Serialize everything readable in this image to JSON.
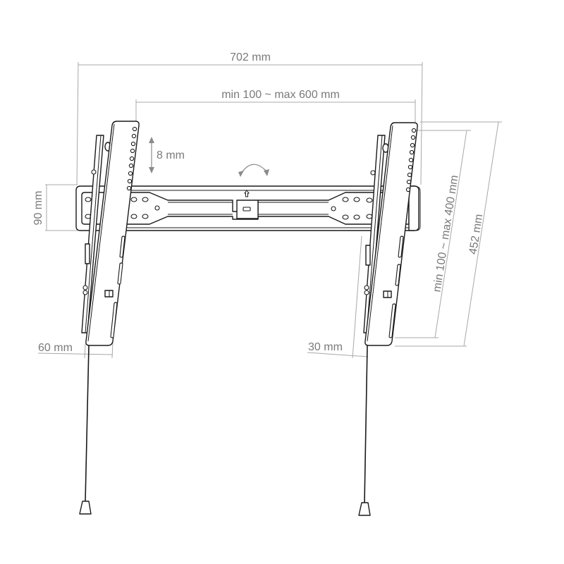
{
  "diagram": {
    "subject": "Tilting TV wall mount bracket — dimension drawing",
    "dimensions": {
      "overall_width": "702 mm",
      "vesa_horizontal": "min 100 ~ max 600 mm",
      "adjustment_step": "8 mm",
      "wall_plate_height": "90 mm",
      "vesa_vertical": "min 100 ~ max 400 mm",
      "overall_height": "452 mm",
      "wall_distance": "60 mm",
      "tilted_distance": "30 mm"
    },
    "icons": {
      "tilt": "tilt-rotation-arrow-icon",
      "level": "up-arrow-icon",
      "step": "double-arrow-icon"
    },
    "colors": {
      "line": "#1a1a1a",
      "dimension": "#a8a8a8",
      "label": "#7a7a7a",
      "background": "#ffffff"
    }
  }
}
